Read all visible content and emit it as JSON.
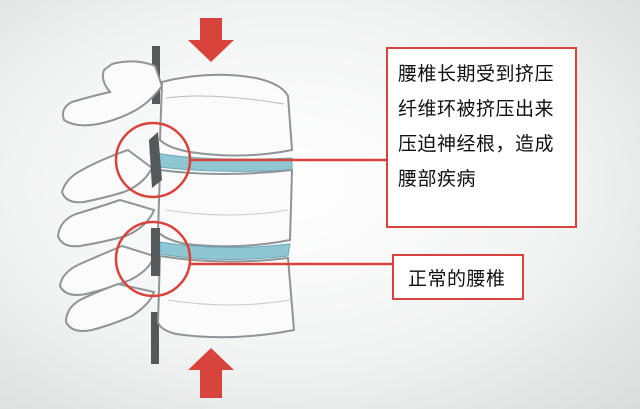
{
  "callout_disc_herniation": {
    "lines": [
      "腰椎长期受到挤压",
      "纤维环被挤压出来",
      "压迫神经根，造成",
      "腰部疾病"
    ]
  },
  "callout_normal": {
    "lines": [
      "正常的腰椎"
    ]
  },
  "colors": {
    "accent_red": "#d8433c",
    "disc_blue": "#8fc6d3",
    "bone_outline": "#8f9597",
    "nerve_gray": "#55595b"
  }
}
